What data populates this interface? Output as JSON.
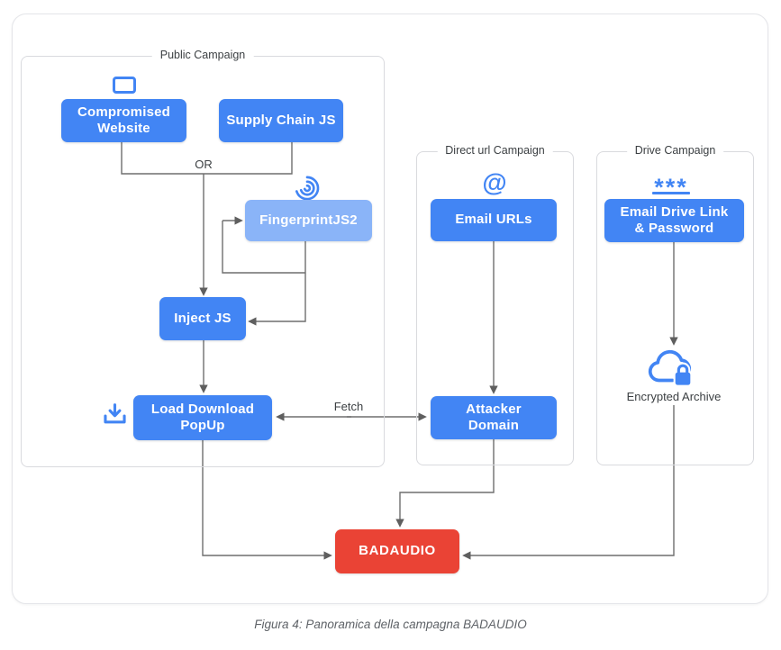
{
  "figure": {
    "caption": "Figura 4: Panoramica della campagna BADAUDIO"
  },
  "colors": {
    "node_blue": "#4285F4",
    "node_light_blue": "#8AB4F8",
    "node_red": "#EA4335",
    "connector_gray": "#6E6E6E",
    "group_border_gray": "#D9DADE",
    "label_text": "#3C4043"
  },
  "groups": {
    "public_campaign": {
      "label": "Public Campaign"
    },
    "direct_url_campaign": {
      "label": "Direct url Campaign"
    },
    "drive_campaign": {
      "label": "Drive Campaign"
    }
  },
  "nodes": {
    "compromised_website": {
      "label": "Compromised\nWebsite"
    },
    "supply_chain_js": {
      "label": "Supply Chain JS"
    },
    "fingerprintjs2": {
      "label": "FingerprintJS2"
    },
    "inject_js": {
      "label": "Inject JS"
    },
    "load_download_popup": {
      "label": "Load Download\nPopUp"
    },
    "email_urls": {
      "label": "Email URLs"
    },
    "attacker_domain": {
      "label": "Attacker\nDomain"
    },
    "email_drive_link": {
      "label": "Email Drive Link\n& Password"
    },
    "badaudio": {
      "label": "BADAUDIO"
    }
  },
  "labels": {
    "or": "OR",
    "fetch": "Fetch",
    "encrypted_archive": "Encrypted Archive",
    "at_icon_glyph": "@",
    "password_icon_glyph": "***"
  },
  "edges": [
    {
      "from": "Compromised Website",
      "junction": "OR",
      "to": "Inject JS"
    },
    {
      "from": "Supply Chain JS",
      "junction": "OR",
      "to": "Inject JS"
    },
    {
      "from": "Inject JS",
      "to": "FingerprintJS2"
    },
    {
      "from": "FingerprintJS2",
      "to": "Inject JS"
    },
    {
      "from": "Inject JS",
      "to": "Load Download PopUp"
    },
    {
      "from": "Load Download PopUp",
      "to": "Attacker Domain",
      "label": "Fetch",
      "bidirectional": true
    },
    {
      "from": "Email URLs",
      "to": "Attacker Domain"
    },
    {
      "from": "Email Drive Link & Password",
      "to": "Encrypted Archive"
    },
    {
      "from": "Load Download PopUp",
      "to": "BADAUDIO"
    },
    {
      "from": "Attacker Domain",
      "to": "BADAUDIO"
    },
    {
      "from": "Encrypted Archive",
      "to": "BADAUDIO"
    }
  ]
}
